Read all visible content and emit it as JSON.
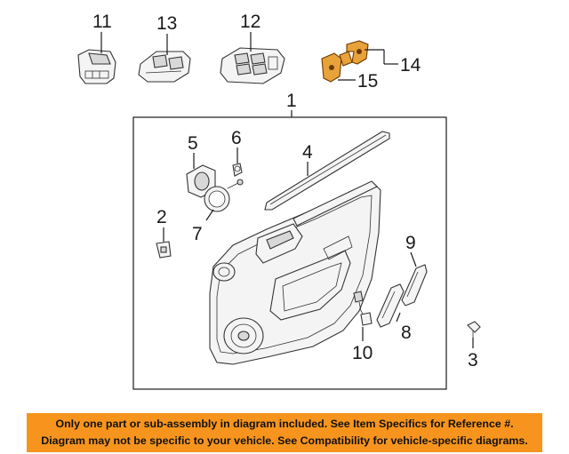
{
  "callouts": {
    "c1": "1",
    "c2": "2",
    "c3": "3",
    "c4": "4",
    "c5": "5",
    "c6": "6",
    "c7": "7",
    "c8": "8",
    "c9": "9",
    "c10": "10",
    "c11": "11",
    "c12": "12",
    "c13": "13",
    "c14": "14",
    "c15": "15"
  },
  "footer": {
    "line1": "Only one part or sub-assembly in diagram included. See Item Specifics for Reference #.",
    "line2": "Diagram may not be specific to your vehicle. See Compatibility for vehicle-specific diagrams."
  },
  "colors": {
    "highlight": "#e8a23a",
    "footer_bg": "#f7941e"
  }
}
